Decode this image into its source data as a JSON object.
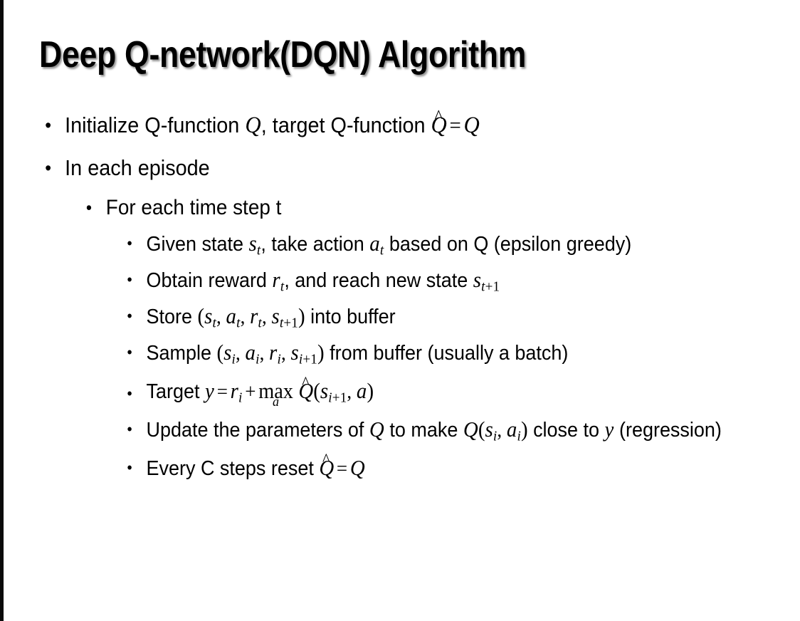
{
  "slide": {
    "title": "Deep Q-network(DQN) Algorithm",
    "background_color": "#FFFFFF",
    "text_color": "#000000",
    "bullet_marker": "•",
    "content": {
      "b1": {
        "level": 1,
        "prefix": "Initialize Q-function ",
        "sym1": "Q",
        "mid": ", target Q-function ",
        "qhat_base": "Q",
        "qhat_accent": "^",
        "eq": "=",
        "sym2": "Q"
      },
      "b2": {
        "level": 1,
        "text": "In each episode"
      },
      "b3": {
        "level": 2,
        "text": "For each time step t"
      },
      "b4": {
        "level": 3,
        "p1": "Given state ",
        "s": "s",
        "s_sub": "t",
        "p2": ", take action ",
        "a": "a",
        "a_sub": "t",
        "p3": " based on Q (epsilon greedy)"
      },
      "b5": {
        "level": 3,
        "p1": "Obtain reward ",
        "r": "r",
        "r_sub": "t",
        "p2": ", and reach new state ",
        "s": "s",
        "s_sub_var": "t",
        "s_sub_plus": "+1"
      },
      "b6": {
        "level": 3,
        "p1": "Store ",
        "open": "(",
        "s": "s",
        "s_sub": "t",
        "c1": ", ",
        "a": "a",
        "a_sub": "t",
        "c2": ", ",
        "r": "r",
        "r_sub": "t",
        "c3": ", ",
        "s2": "s",
        "s2_sub_var": "t",
        "s2_sub_plus": "+1",
        "close": ")",
        "p2": " into buffer"
      },
      "b7": {
        "level": 3,
        "p1": "Sample ",
        "open": "(",
        "s": "s",
        "s_sub": "i",
        "c1": ", ",
        "a": "a",
        "a_sub": "i",
        "c2": ", ",
        "r": "r",
        "r_sub": "i",
        "c3": ", ",
        "s2": "s",
        "s2_sub_var": "i",
        "s2_sub_plus": "+1",
        "close": ")",
        "p2": " from buffer (usually a batch)"
      },
      "b8": {
        "level": 3,
        "p1": "Target ",
        "y": "y",
        "eq": "=",
        "r": "r",
        "r_sub": "i",
        "plus": "+",
        "max_op": "max",
        "max_under": "a",
        "qhat_base": "Q",
        "qhat_accent": "^",
        "open": "(",
        "s": "s",
        "s_sub_var": "i",
        "s_sub_plus": "+1",
        "comma": ", ",
        "a": "a",
        "close": ")"
      },
      "b9": {
        "level": 3,
        "p1": "Update the parameters of ",
        "q1": "Q",
        "p2": " to make ",
        "q2": "Q",
        "open": "(",
        "s": "s",
        "s_sub": "i",
        "comma": ", ",
        "a": "a",
        "a_sub": "i",
        "close": ")",
        "p3": " close to ",
        "y": "y",
        "p4": " (regression)"
      },
      "b10": {
        "level": 3,
        "p1": "Every C steps reset ",
        "qhat_base": "Q",
        "qhat_accent": "^",
        "eq": "=",
        "q": "Q"
      }
    }
  }
}
